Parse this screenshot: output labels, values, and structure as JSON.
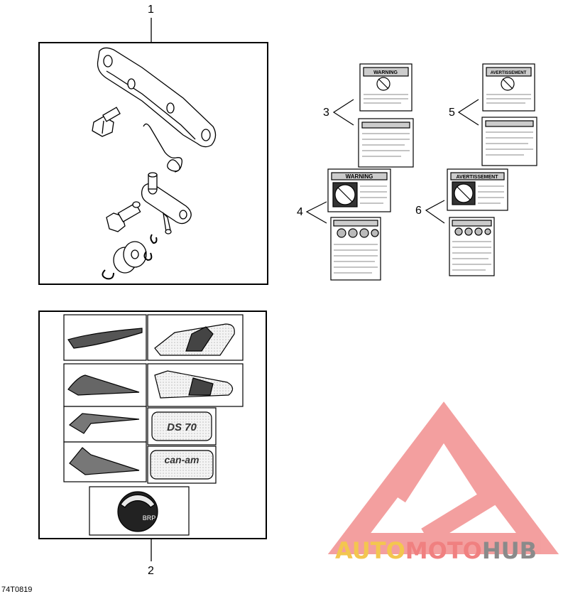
{
  "callouts": [
    "1",
    "2",
    "3",
    "4",
    "5",
    "6"
  ],
  "figure_code": "74T0819",
  "labels": {
    "warning_en": "WARNING",
    "warning_fr": "AVERTISSEMENT"
  },
  "decal_text": {
    "ds_model": "DS 70",
    "canam": "can-am",
    "brp": "BRP"
  },
  "watermark": {
    "part1": "AUTO",
    "part2": "MOTO",
    "part3": "HUB",
    "colors": [
      "#f3c64f",
      "#f08080",
      "#8a8a8a"
    ]
  }
}
